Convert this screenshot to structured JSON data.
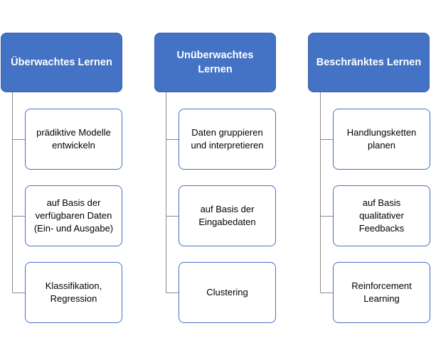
{
  "colors": {
    "header_fill": "#4472c4",
    "header_text": "#ffffff",
    "child_border": "#4472c4",
    "connector": "#8a8a8a",
    "background": "#ffffff"
  },
  "columns": [
    {
      "title": "Überwachtes Lernen",
      "items": [
        "prädiktive Modelle entwickeln",
        "auf Basis der verfügbaren Daten (Ein- und Ausgabe)",
        "Klassifikation, Regression"
      ]
    },
    {
      "title": "Unüberwachtes Lernen",
      "items": [
        "Daten gruppieren und interpretieren",
        "auf Basis der Eingabedaten",
        "Clustering"
      ]
    },
    {
      "title": "Beschränktes Lernen",
      "items": [
        "Handlungsketten planen",
        "auf Basis qualitativer Feedbacks",
        "Reinforcement Learning"
      ]
    }
  ]
}
